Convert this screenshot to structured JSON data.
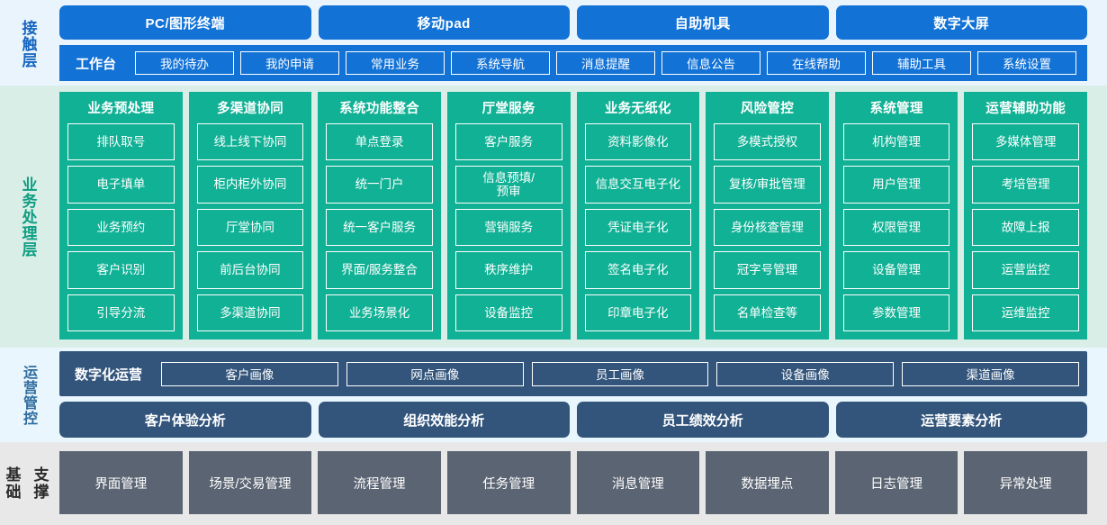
{
  "colors": {
    "contact_bg": "#eaf4fc",
    "contact_accent": "#1272d6",
    "business_bg": "#d9eee7",
    "business_accent": "#11b195",
    "ops_bg": "#eaf6fd",
    "ops_accent": "#33557c",
    "base_bg": "#e8e8e8",
    "base_accent": "#5b6472"
  },
  "contact_layer": {
    "label": "接触层",
    "channels": [
      "PC/图形终端",
      "移动pad",
      "自助机具",
      "数字大屏"
    ],
    "nav_home": "工作台",
    "nav_items": [
      "我的待办",
      "我的申请",
      "常用业务",
      "系统导航",
      "消息提醒",
      "信息公告",
      "在线帮助",
      "辅助工具",
      "系统设置"
    ]
  },
  "business_layer": {
    "label": "业务处理层",
    "columns": [
      {
        "title": "业务预处理",
        "items": [
          "排队取号",
          "电子填单",
          "业务预约",
          "客户识别",
          "引导分流"
        ]
      },
      {
        "title": "多渠道协同",
        "items": [
          "线上线下协同",
          "柜内柜外协同",
          "厅堂协同",
          "前后台协同",
          "多渠道协同"
        ]
      },
      {
        "title": "系统功能整合",
        "items": [
          "单点登录",
          "统一门户",
          "统一客户服务",
          "界面/服务整合",
          "业务场景化"
        ]
      },
      {
        "title": "厅堂服务",
        "items": [
          "客户服务",
          "信息预填/\n预审",
          "营销服务",
          "秩序维护",
          "设备监控"
        ]
      },
      {
        "title": "业务无纸化",
        "items": [
          "资料影像化",
          "信息交互电子化",
          "凭证电子化",
          "签名电子化",
          "印章电子化"
        ]
      },
      {
        "title": "风险管控",
        "items": [
          "多模式授权",
          "复核/审批管理",
          "身份核查管理",
          "冠字号管理",
          "名单检查等"
        ]
      },
      {
        "title": "系统管理",
        "items": [
          "机构管理",
          "用户管理",
          "权限管理",
          "设备管理",
          "参数管理"
        ]
      },
      {
        "title": "运营辅助功能",
        "items": [
          "多媒体管理",
          "考培管理",
          "故障上报",
          "运营监控",
          "运维监控"
        ]
      }
    ]
  },
  "ops_layer": {
    "label": "运营管控",
    "digital_ops_label": "数字化运营",
    "portraits": [
      "客户画像",
      "网点画像",
      "员工画像",
      "设备画像",
      "渠道画像"
    ],
    "analyses": [
      "客户体验分析",
      "组织效能分析",
      "员工绩效分析",
      "运营要素分析"
    ]
  },
  "base_layer": {
    "label": "基础支撑",
    "label_line1": "基础",
    "label_line2": "支撑",
    "items": [
      "界面管理",
      "场景/交易管理",
      "流程管理",
      "任务管理",
      "消息管理",
      "数据埋点",
      "日志管理",
      "异常处理"
    ]
  }
}
